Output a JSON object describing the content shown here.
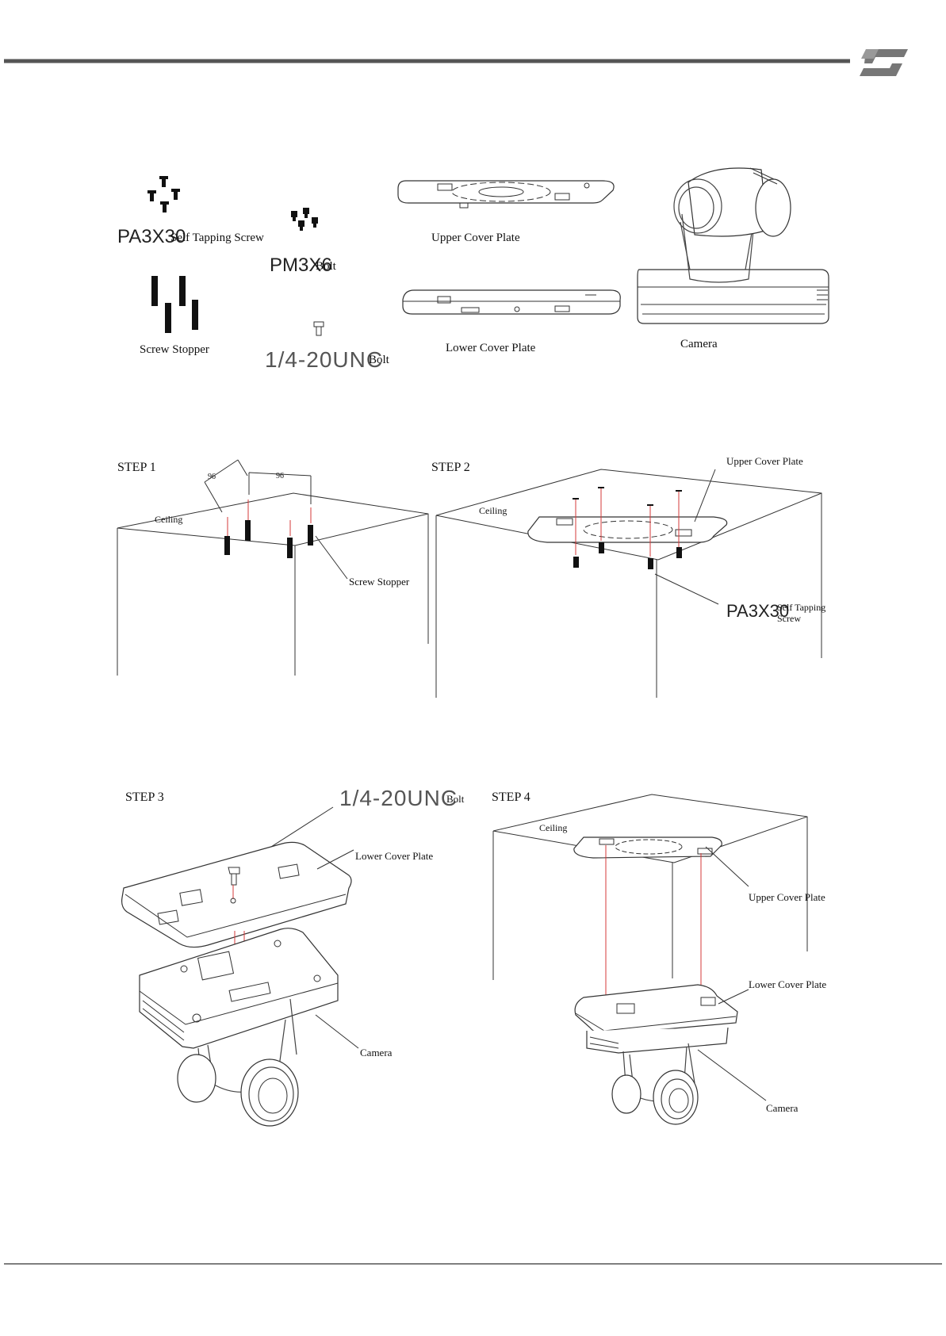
{
  "parts": {
    "tapping_screw_code": "PA3X30",
    "tapping_screw_name": "Self Tapping Screw",
    "bolt_code": "PM3X6",
    "bolt_name": "Bolt",
    "stopper_name": "Screw Stopper",
    "unc_bolt_code": "1/4-20UNC",
    "unc_bolt_name": "Bolt",
    "upper_plate": "Upper Cover Plate",
    "lower_plate": "Lower Cover Plate",
    "camera": "Camera"
  },
  "step1": {
    "title": "STEP 1",
    "ceiling": "Ceiling",
    "stopper": "Screw Stopper",
    "dim_a": "96",
    "dim_b": "96"
  },
  "step2": {
    "title": "STEP 2",
    "ceiling": "Ceiling",
    "upper_plate": "Upper Cover Plate",
    "screw_code": "PA3X30",
    "screw_name_1": "Self Tapping",
    "screw_name_2": "Screw"
  },
  "step3": {
    "title": "STEP 3",
    "bolt_code": "1/4-20UNC",
    "bolt_name": "Bolt",
    "lower_plate": "Lower Cover Plate",
    "camera": "Camera"
  },
  "step4": {
    "title": "STEP 4",
    "ceiling": "Ceiling",
    "upper_plate": "Upper Cover Plate",
    "lower_plate": "Lower Cover Plate",
    "camera": "Camera"
  }
}
